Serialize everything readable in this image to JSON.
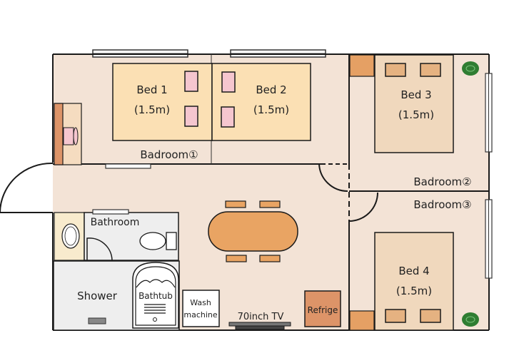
{
  "title": "Apartment floor plan",
  "colors": {
    "floor": "#f3e3d6",
    "bed_main": "#fbe0b4",
    "bed_side": "#f0d8bd",
    "pillow_pink": "#f5c6cf",
    "pillow_tan": "#e5b281",
    "furniture_orange": "#e5a064",
    "table_orange": "#e9a463",
    "wardrobe": "#dd9468",
    "bathroom_floor": "#eeeeee",
    "plant": "#2f7d32",
    "wall": "#1a1a1a"
  },
  "rooms": [
    {
      "id": "bedroom-1",
      "label": "Badroom①"
    },
    {
      "id": "bedroom-2",
      "label": "Badroom②"
    },
    {
      "id": "bedroom-3",
      "label": "Badroom③"
    },
    {
      "id": "bathroom",
      "label": "Bathroom"
    },
    {
      "id": "shower",
      "label": "Shower"
    }
  ],
  "beds": [
    {
      "name": "Bed 1",
      "size": "(1.5m)"
    },
    {
      "name": "Bed 2",
      "size": "(1.5m)"
    },
    {
      "name": "Bed 3",
      "size": "(1.5m)"
    },
    {
      "name": "Bed 4",
      "size": "(1.5m)"
    }
  ],
  "fixtures": {
    "bathtub": "Bathtub",
    "wash_machine_line1": "Wash",
    "wash_machine_line2": "machine",
    "tv": "70inch TV",
    "fridge": "Refrige"
  }
}
